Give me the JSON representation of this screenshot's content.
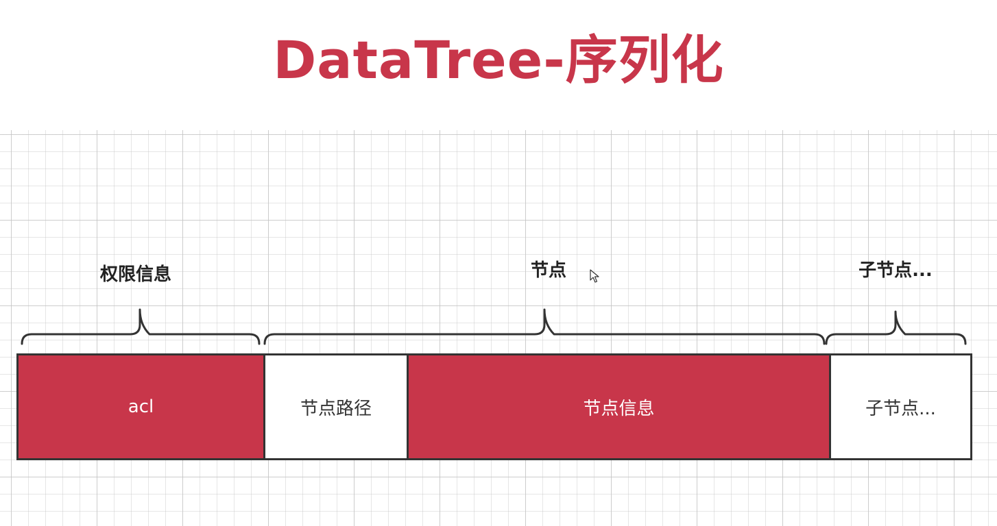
{
  "title": "DataTree-序列化",
  "groups": [
    {
      "label": "权限信息"
    },
    {
      "label": "节点"
    },
    {
      "label": "子节点..."
    }
  ],
  "segments": [
    {
      "label": "acl",
      "color": "red"
    },
    {
      "label": "节点路径",
      "color": "white"
    },
    {
      "label": "节点信息",
      "color": "red"
    },
    {
      "label": "子节点...",
      "color": "white"
    }
  ],
  "colors": {
    "accent": "#c8364a",
    "border": "#333333",
    "grid": "#d0d0d0"
  },
  "icons": {
    "cursor": "mouse-pointer-icon"
  }
}
